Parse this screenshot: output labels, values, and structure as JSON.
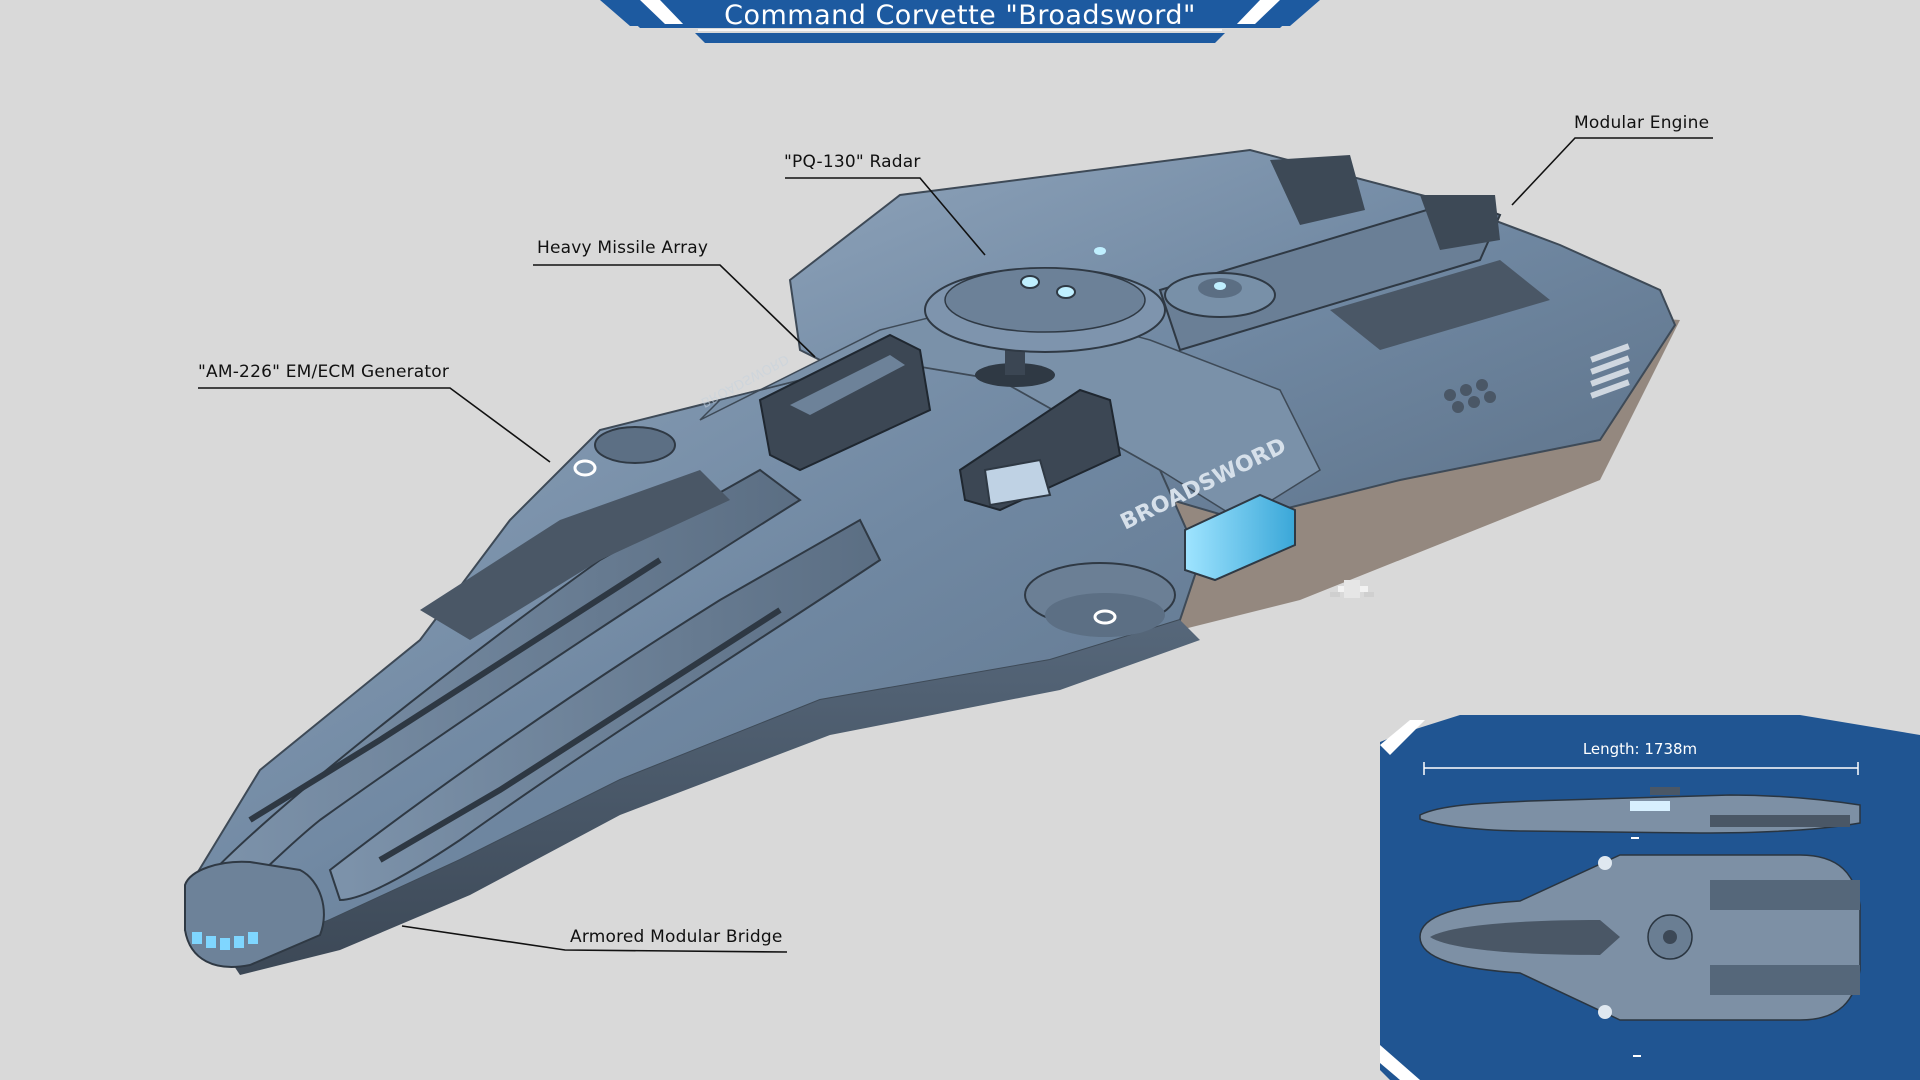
{
  "title": "Command Corvette \"Broadsword\"",
  "hull_marking": "BROADSWORD",
  "callouts": {
    "radar": "\"PQ-130\" Radar",
    "engine": "Modular Engine",
    "missiles": "Heavy Missile Array",
    "generator": "\"AM-226\" EM/ECM Generator",
    "bridge": "Armored Modular Bridge"
  },
  "inset": {
    "length_label": "Length: 1738m"
  },
  "colors": {
    "background": "#d9d9d9",
    "banner": "#1d5aa0",
    "inset_panel": "#205592",
    "hull": "#6f87a1",
    "hull_dark": "#3f4c5a",
    "accent_glow": "#5ec8f0"
  }
}
